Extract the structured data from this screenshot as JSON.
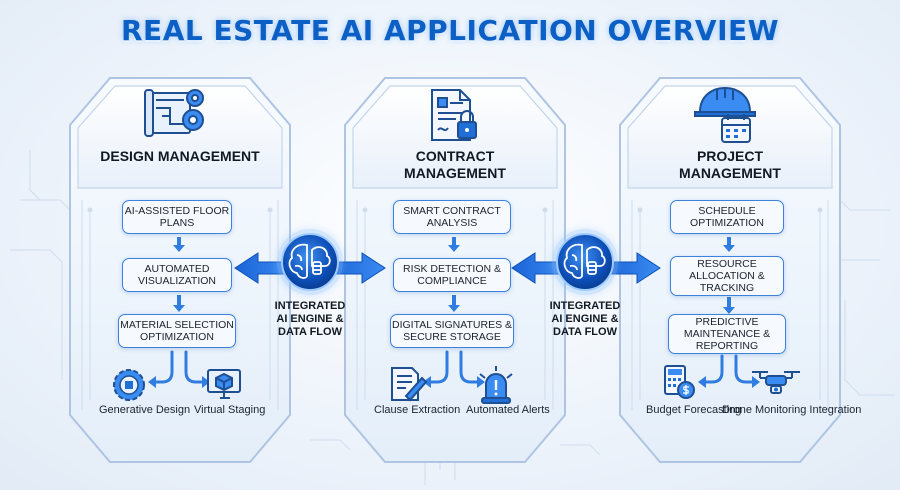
{
  "title": "REAL ESTATE AI APPLICATION OVERVIEW",
  "colors": {
    "accent": "#1f6fd6",
    "title": "#0c5fc4",
    "panel": "#eaf1fa",
    "border": "#b8cbe4"
  },
  "ai_engine": {
    "label": "INTEGRATED AI ENGINE & DATA FLOW"
  },
  "columns": [
    {
      "title": "DESIGN MANAGEMENT",
      "icon": "blueprint-gears-icon",
      "steps": [
        "AI-ASSISTED FLOOR PLANS",
        "AUTOMATED VISUALIZATION",
        "MATERIAL SELECTION OPTIMIZATION"
      ],
      "outputs": [
        {
          "label": "Generative Design",
          "icon": "gear-chip-icon"
        },
        {
          "label": "Virtual Staging",
          "icon": "monitor-cube-icon"
        }
      ]
    },
    {
      "title": "CONTRACT MANAGEMENT",
      "icon": "contract-lock-icon",
      "steps": [
        "SMART CONTRACT ANALYSIS",
        "RISK DETECTION & COMPLIANCE",
        "DIGITAL SIGNATURES & SECURE STORAGE"
      ],
      "outputs": [
        {
          "label": "Clause Extraction",
          "icon": "document-pen-icon"
        },
        {
          "label": "Automated Alerts",
          "icon": "alarm-icon"
        }
      ]
    },
    {
      "title": "PROJECT MANAGEMENT",
      "icon": "hardhat-calendar-icon",
      "steps": [
        "SCHEDULE OPTIMIZATION",
        "RESOURCE ALLOCATION & TRACKING",
        "PREDICTIVE MAINTENANCE & REPORTING"
      ],
      "outputs": [
        {
          "label": "Budget Forecasting",
          "icon": "calculator-coin-icon"
        },
        {
          "label": "Drone Monitoring Integration",
          "icon": "drone-icon"
        }
      ]
    }
  ]
}
